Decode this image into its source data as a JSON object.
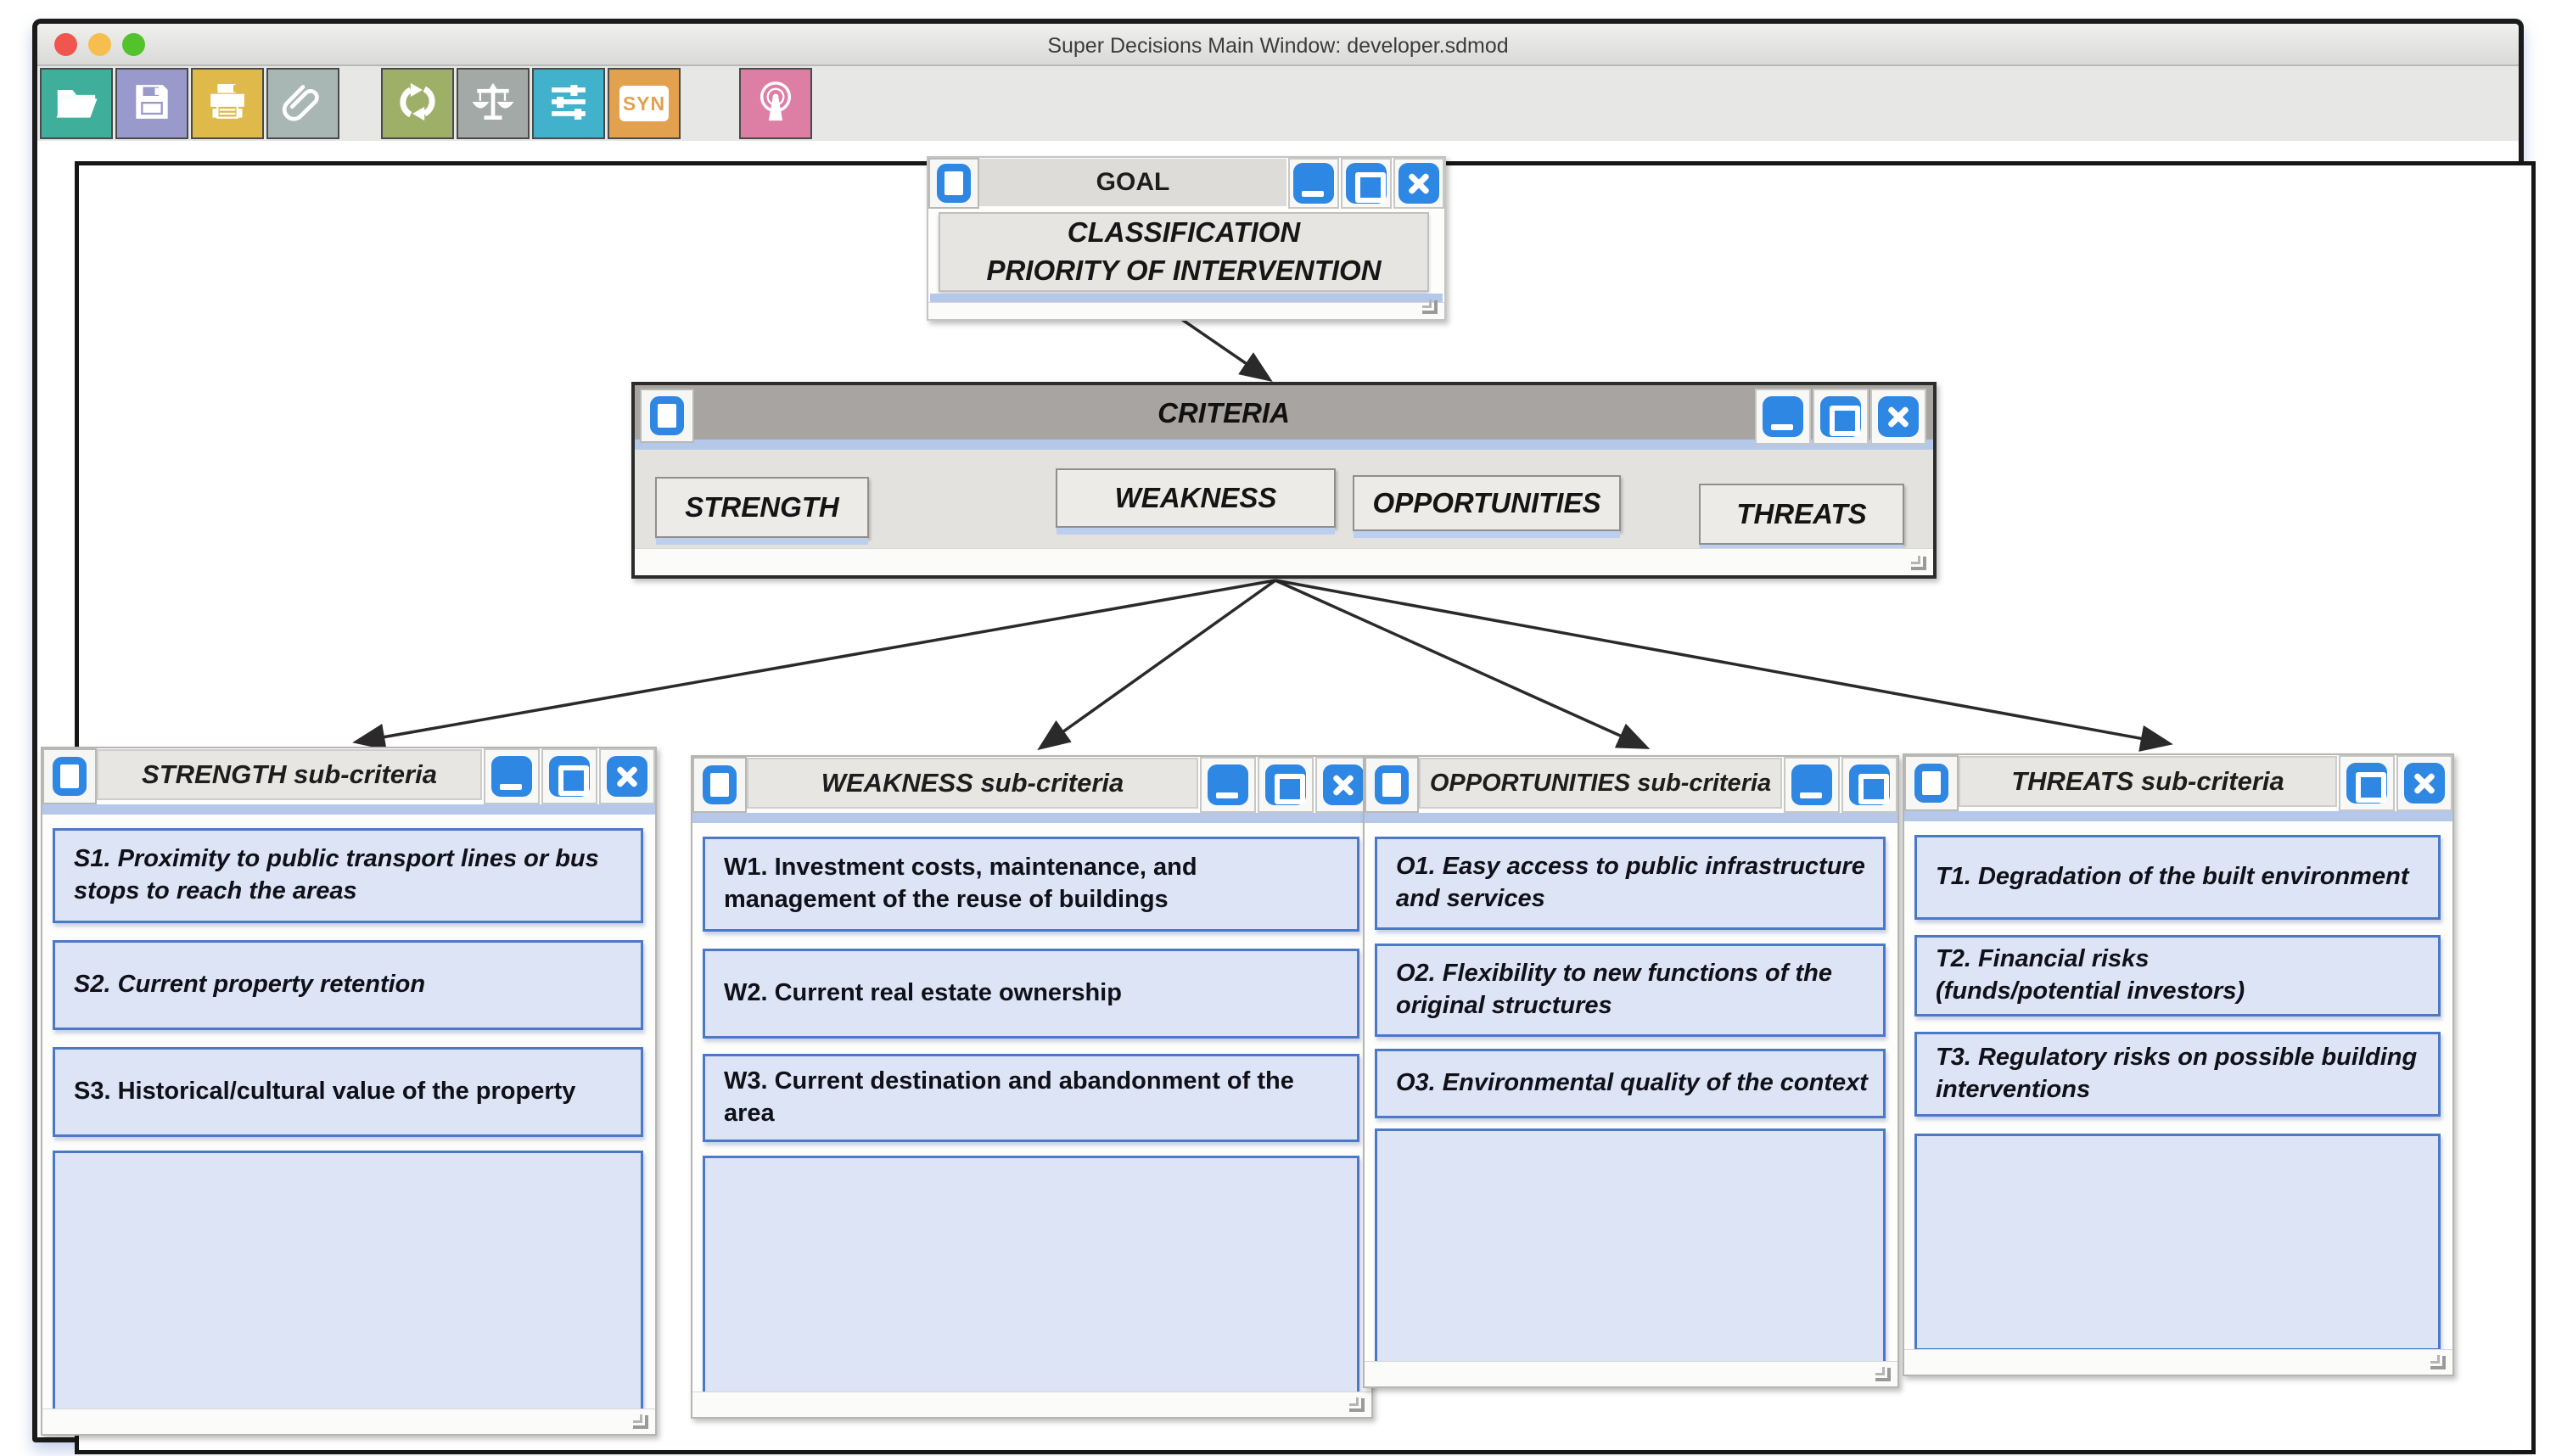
{
  "window": {
    "title": "Super Decisions Main Window: developer.sdmod"
  },
  "colors": {
    "accent_blue": "#2e87e2",
    "node_fill": "#dce4f5",
    "node_border": "#4b79c7",
    "criteria_titlebar": "#a8a4a1",
    "traffic_red": "#f0564d",
    "traffic_yellow": "#f6be4f",
    "traffic_green": "#54c22b",
    "toolbar_folder": "#3fae9b",
    "toolbar_save": "#9a99cb",
    "toolbar_print": "#dfb94a",
    "toolbar_clip": "#a9b7b4",
    "toolbar_sync": "#9eb068",
    "toolbar_scales": "#a3a9a7",
    "toolbar_sliders": "#41b1cc",
    "toolbar_syn": "#e2a14f",
    "toolbar_tower": "#dd7fa5"
  },
  "toolbar": {
    "syn_label": "SYN"
  },
  "goal": {
    "title": "GOAL",
    "node": "CLASSIFICATION\nPRIORITY OF INTERVENTION"
  },
  "criteria": {
    "title": "CRITERIA",
    "nodes": [
      "STRENGTH",
      "WEAKNESS",
      "OPPORTUNITIES",
      "THREATS"
    ]
  },
  "clusters": {
    "strength": {
      "title": "STRENGTH  sub-criteria",
      "items": [
        {
          "text": "S1. Proximity to public transport lines or bus stops to reach the areas"
        },
        {
          "text": "S2. Current property retention"
        },
        {
          "text": "S3. Historical/cultural value of the property"
        }
      ]
    },
    "weakness": {
      "title": "WEAKNESS sub-criteria",
      "items": [
        {
          "text": "W1. Investment costs, maintenance, and management of the reuse of buildings"
        },
        {
          "text": "W2. Current real estate ownership"
        },
        {
          "text": "W3. Current destination and abandonment of the area"
        }
      ]
    },
    "opportunities": {
      "title": "OPPORTUNITIES sub-criteria",
      "items": [
        {
          "text": "O1. Easy access to public infrastructure and services"
        },
        {
          "text": "O2. Flexibility to new functions of the original structures"
        },
        {
          "text": "O3. Environmental quality of the context"
        }
      ]
    },
    "threats": {
      "title": "THREATS sub-criteria",
      "items": [
        {
          "text": "T1. Degradation of the built environment"
        },
        {
          "text": "T2. Financial risks\n(funds/potential investors)"
        },
        {
          "text": "T3. Regulatory risks on possible building interventions"
        }
      ]
    }
  }
}
